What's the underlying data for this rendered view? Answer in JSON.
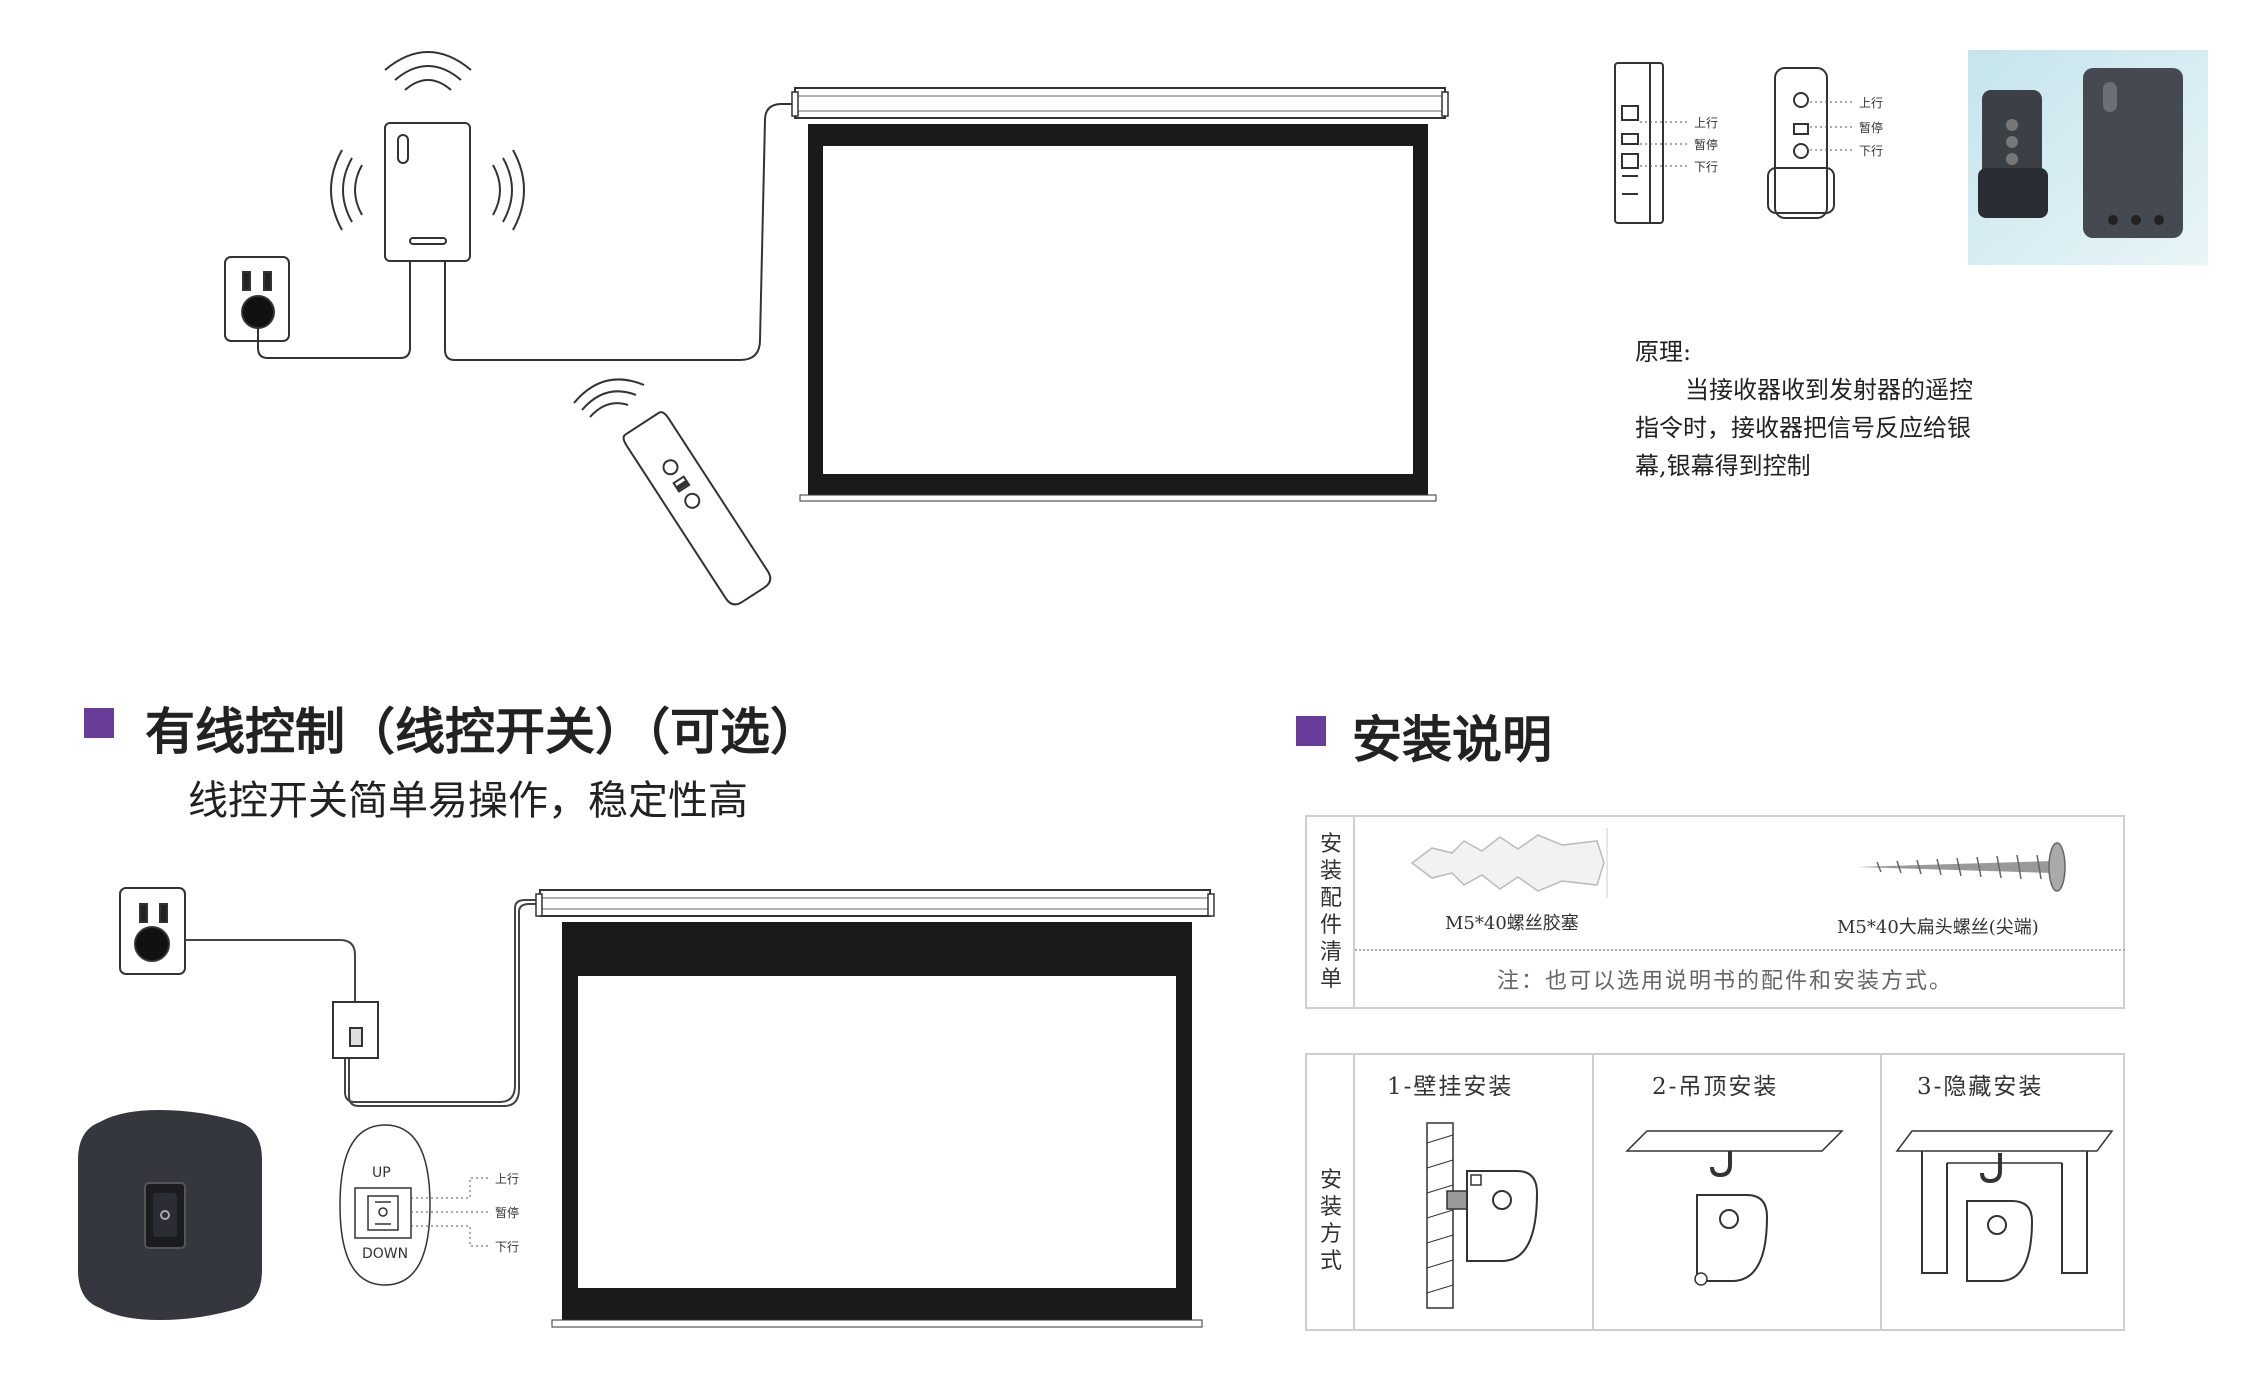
{
  "remote_diagram": {
    "remote_labels": [
      "上行",
      "暂停",
      "下行"
    ]
  },
  "principle": {
    "heading": "原理:",
    "line1": "当接收器收到发射器的遥控",
    "line2": "指令时，接收器把信号反应给银",
    "line3": "幕,银幕得到控制"
  },
  "wired": {
    "title": "有线控制（线控开关）（可选）",
    "subtitle": "线控开关简单易操作，稳定性高",
    "switch_up": "UP",
    "switch_down": "DOWN",
    "labels": [
      "上行",
      "暂停",
      "下行"
    ]
  },
  "install": {
    "title": "安装说明",
    "accessories_label": "安装配件清单",
    "accessory1": "M5*40螺丝胶塞",
    "accessory2": "M5*40大扁头螺丝(尖端)",
    "note": "注：也可以选用说明书的配件和安装方式。",
    "methods_label": "安装方式",
    "method1": "1-壁挂安装",
    "method2": "2-吊顶安装",
    "method3": "3-隐藏安装"
  },
  "colors": {
    "accent": "#6a3d9a",
    "screen_border": "#1a1a1a",
    "box_border": "#cfcfcf"
  }
}
